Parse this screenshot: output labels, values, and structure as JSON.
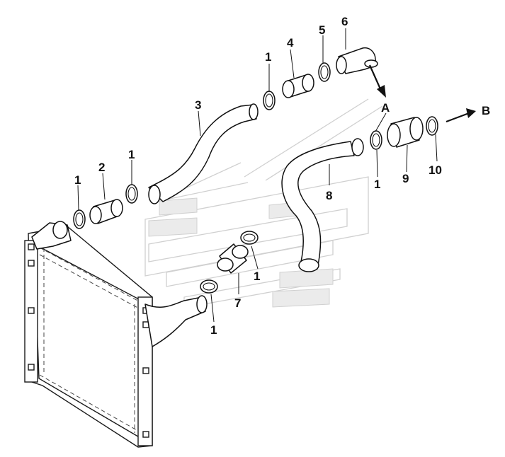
{
  "callouts": {
    "c1a": "1",
    "c1b": "1",
    "c1c": "1",
    "c1d": "1",
    "c1e": "1",
    "c1f": "1",
    "c2": "2",
    "c3": "3",
    "c4": "4",
    "c5": "5",
    "c6": "6",
    "c7": "7",
    "c8": "8",
    "c9": "9",
    "c10": "10",
    "connA": "A",
    "connB": "B"
  }
}
